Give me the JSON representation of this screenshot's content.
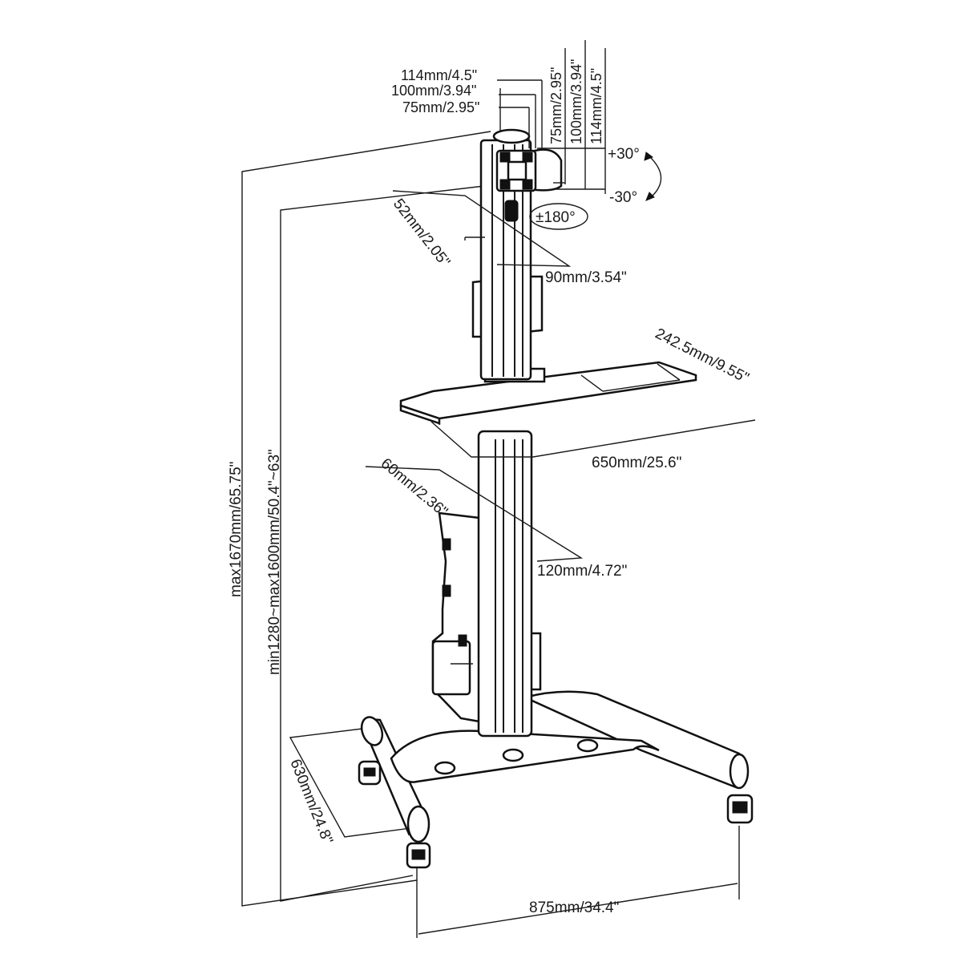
{
  "labels": {
    "vesa_h_114": "114mm/4.5\"",
    "vesa_h_100": "100mm/3.94\"",
    "vesa_h_75": "75mm/2.95\"",
    "vesa_v_75": "75mm/2.95\"",
    "vesa_v_100": "100mm/3.94\"",
    "vesa_v_114": "114mm/4.5\"",
    "tilt_up": "+30°",
    "tilt_down": "-30°",
    "rotate": "±180°",
    "col_depth": "52mm/2.05\"",
    "col_width": "90mm/3.54\"",
    "shelf_depth": "242.5mm/9.55\"",
    "shelf_width": "650mm/25.6\"",
    "lower_depth": "60mm/2.36\"",
    "lower_width": "120mm/4.72\"",
    "max_height": "max1670mm/65.75\"",
    "height_range": "min1280~max1600mm/50.4\"~63\"",
    "base_depth": "630mm/24.8\"",
    "base_width": "875mm/34.4\""
  }
}
